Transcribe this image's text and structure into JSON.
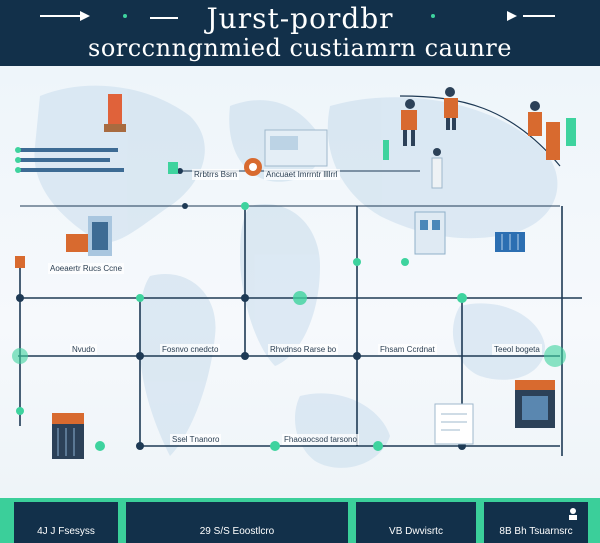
{
  "header": {
    "title_line1": "Jurst-pordbr",
    "title_line2": "sorccnngnmied custiamrn caunre"
  },
  "map": {
    "labels": [
      "Aoeaertr Rucs Ccne",
      "Rrbtrrs Bsrn",
      "Ancuaet Imrrntr llllrrl",
      "Nvudo",
      "Fosnvo cnedcto",
      "Rhvdnso Rarse bo",
      "Fhsam Ccrdnat",
      "Teeol bogeta",
      "Ssel Tnanoro",
      "Fhaoaocsod tarsono"
    ]
  },
  "footer": {
    "tiles": [
      "4J J Fsesyss",
      "29 S/S Eoostlcro",
      "VB Dwvisrtc",
      "8B Bh Tsuarnsrc"
    ]
  },
  "colors": {
    "header_bg": "#12304a",
    "accent_green": "#3bcf9a",
    "route_line": "#1e3a55",
    "node_teal": "#3ed39e"
  }
}
